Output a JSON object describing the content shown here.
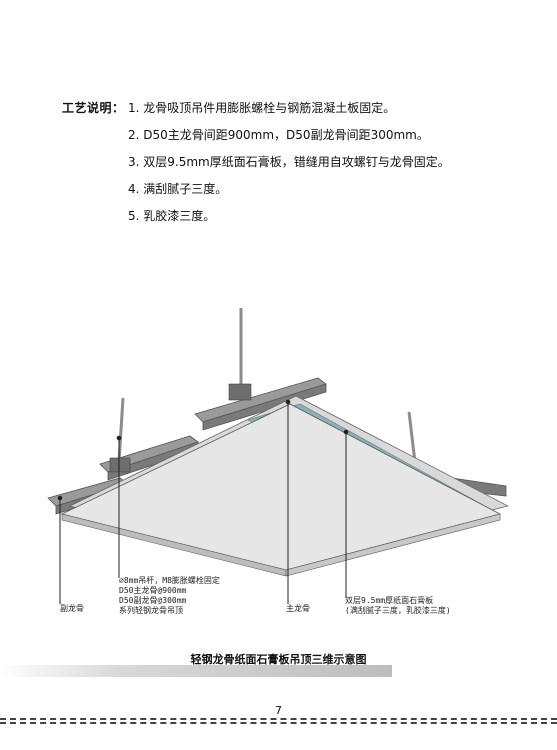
{
  "notes": {
    "label": "工艺说明：",
    "items": [
      "1. 龙骨吸顶吊件用膨胀螺栓与钢筋混凝土板固定。",
      "2. D50主龙骨间距900mm，D50副龙骨间距300mm。",
      "3. 双层9.5mm厚纸面石膏板，错缝用自攻螺钉与龙骨固定。",
      "4. 满刮腻子三度。",
      "5. 乳胶漆三度。"
    ]
  },
  "callouts": {
    "sub_keel": "副龙骨",
    "hanger": [
      "⌀8mm吊杆，M8膨胀螺栓固定",
      "D50主龙骨@900mm",
      "D50副龙骨@300mm",
      "系列轻钢龙骨吊顶"
    ],
    "main_keel": "主龙骨",
    "board": [
      "双层9.5mm厚纸面石膏板",
      "(满刮腻子三度，乳胶漆三度)"
    ]
  },
  "caption": "轻钢龙骨纸面石膏板吊顶三维示意图",
  "page_number": "7",
  "colors": {
    "board_top": "#d9d9d9",
    "board_face": "#f2f2f2",
    "board_accent": "#8fb0b8",
    "steel": "#8c8c8c"
  }
}
